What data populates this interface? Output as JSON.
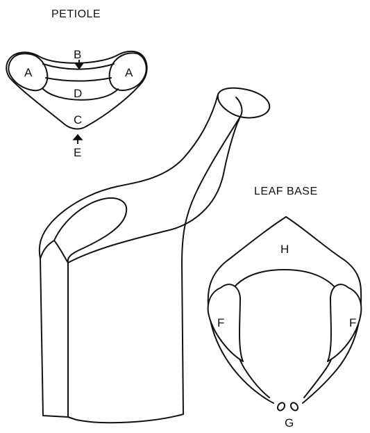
{
  "petiole": {
    "title": "PETIOLE",
    "labels": {
      "a_left": "A",
      "a_right": "A",
      "b": "B",
      "c": "C",
      "d": "D",
      "e": "E"
    }
  },
  "leaf_base": {
    "title": "LEAF BASE",
    "labels": {
      "f_left": "F",
      "f_right": "F",
      "g": "G",
      "h": "H"
    }
  }
}
